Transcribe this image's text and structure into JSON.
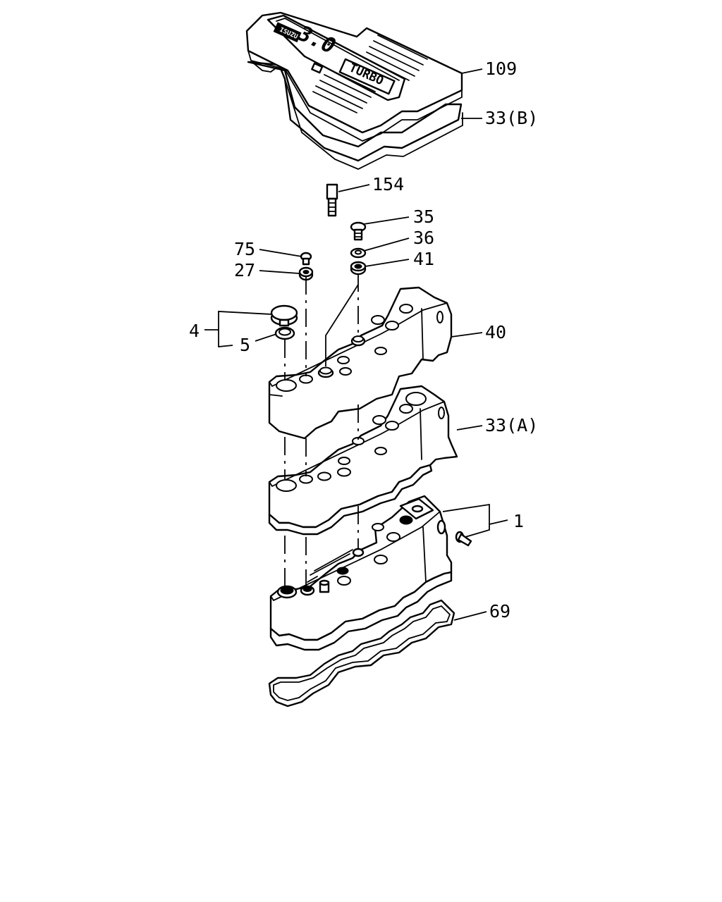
{
  "cover_text": {
    "brand": "ISUZU",
    "displacement": "3.0",
    "turbo": "TURBO"
  },
  "labels": {
    "p109": "109",
    "p33b": "33(B)",
    "p154": "154",
    "p35": "35",
    "p36": "36",
    "p41": "41",
    "p75": "75",
    "p27": "27",
    "p4": "4",
    "p5": "5",
    "p40": "40",
    "p33a": "33(A)",
    "p1": "1",
    "p69": "69"
  }
}
